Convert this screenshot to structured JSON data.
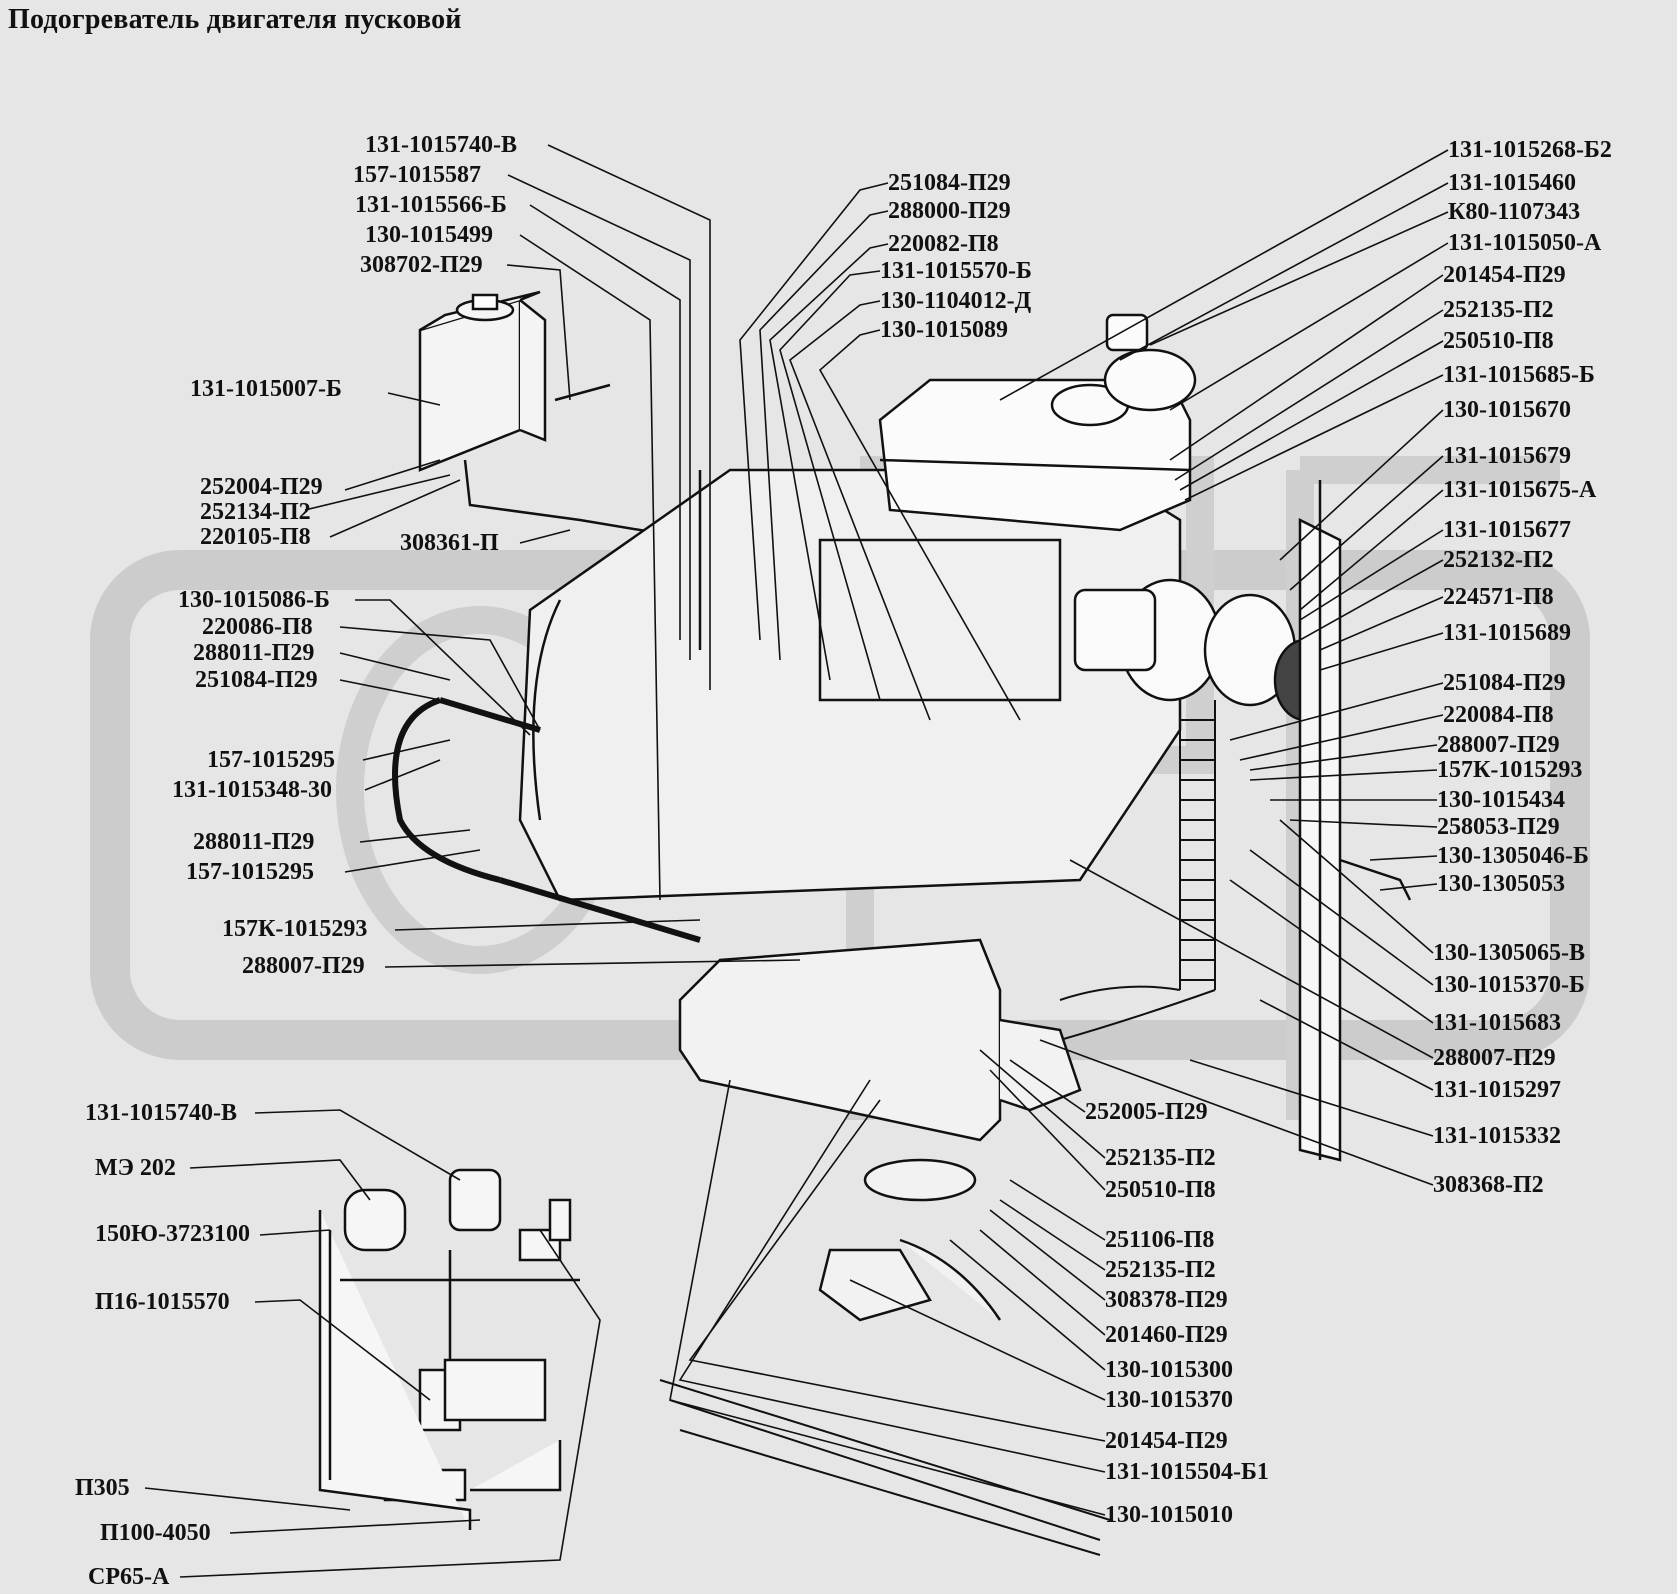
{
  "title": "Подогреватель двигателя пусковой",
  "labels": {
    "l01": "131-1015740-В",
    "l02": "157-1015587",
    "l03": "131-1015566-Б",
    "l04": "130-1015499",
    "l05": "308702-П29",
    "l06": "131-1015007-Б",
    "l07": "252004-П29",
    "l08": "252134-П2",
    "l09": "220105-П8",
    "l10": "308361-П",
    "l11": "130-1015086-Б",
    "l12": "220086-П8",
    "l13": "288011-П29",
    "l14": "251084-П29",
    "l15": "157-1015295",
    "l16": "131-1015348-30",
    "l17": "288011-П29",
    "l18": "157-1015295",
    "l19": "157К-1015293",
    "l20": "288007-П29",
    "l21": "131-1015740-В",
    "l22": "МЭ 202",
    "l23": "150Ю-3723100",
    "l24": "П16-1015570",
    "l25": "П305",
    "l26": "П100-4050",
    "l27": "СР65-А",
    "c01": "251084-П29",
    "c02": "288000-П29",
    "c03": "220082-П8",
    "c04": "131-1015570-Б",
    "c05": "130-1104012-Д",
    "c06": "130-1015089",
    "r01": "131-1015268-Б2",
    "r02": "131-1015460",
    "r03": "К80-1107343",
    "r04": "131-1015050-А",
    "r05": "201454-П29",
    "r06": "252135-П2",
    "r07": "250510-П8",
    "r08": "131-1015685-Б",
    "r09": "130-1015670",
    "r10": "131-1015679",
    "r11": "131-1015675-А",
    "r12": "131-1015677",
    "r13": "252132-П2",
    "r14": "224571-П8",
    "r15": "131-1015689",
    "r16": "251084-П29",
    "r17": "220084-П8",
    "r18": "288007-П29",
    "r19": "157К-1015293",
    "r20": "130-1015434",
    "r21": "258053-П29",
    "r22": "130-1305046-Б",
    "r23": "130-1305053",
    "r24": "130-1305065-В",
    "r25": "130-1015370-Б",
    "r26": "131-1015683",
    "r27": "288007-П29",
    "r28": "131-1015297",
    "r29": "131-1015332",
    "r30": "308368-П2",
    "b01": "252005-П29",
    "b02": "252135-П2",
    "b03": "250510-П8",
    "b04": "251106-П8",
    "b05": "252135-П2",
    "b06": "308378-П29",
    "b07": "201460-П29",
    "b08": "130-1015300",
    "b09": "130-1015370",
    "b10": "201454-П29",
    "b11": "131-1015504-Б1",
    "b12": "130-1015010"
  }
}
